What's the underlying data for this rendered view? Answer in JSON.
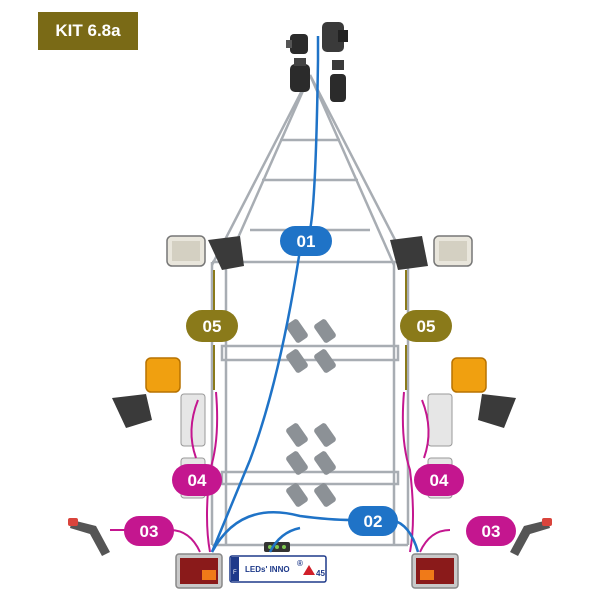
{
  "kit_label": "KIT 6.8a",
  "colors": {
    "badge": "#7a6a16",
    "cable_01": "#1f73c7",
    "cable_02": "#1f73c7",
    "cable_03": "#c4168f",
    "cable_04": "#c4168f",
    "cable_05": "#8a7a1a",
    "frame": "#9aa0a6"
  },
  "labels": {
    "cable_01": "01",
    "cable_02": "02",
    "cable_03_left": "03",
    "cable_03_right": "03",
    "cable_04_left": "04",
    "cable_04_right": "04",
    "cable_05_left": "05",
    "cable_05_right": "05"
  },
  "plate": {
    "text": "LEDs' INNO",
    "registered": "®",
    "left_code": "F",
    "right_code": "45"
  },
  "icons": {
    "top": [
      "socket-plug-icon",
      "connector-icon",
      "plug-icon",
      "adapter-icon"
    ],
    "front_lamps": "white-position-lamp-icon",
    "side_markers": "orange-side-marker-icon",
    "reflectors": "triangle-reflector-icon",
    "rear_lamps": "rear-combination-lamp-icon",
    "outline_markers": "outline-marker-lamp-icon"
  }
}
